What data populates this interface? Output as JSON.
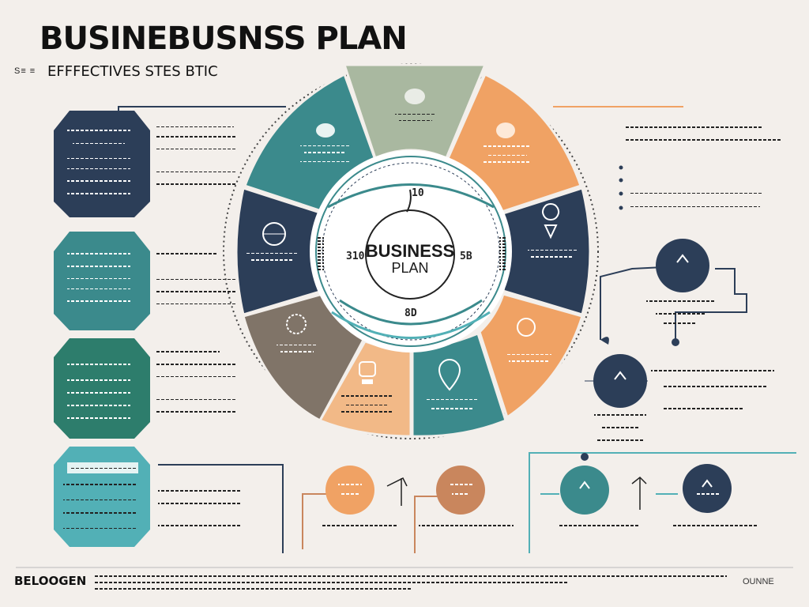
{
  "header": {
    "title": "BUSINEBUSNSS PLAN",
    "subtitle": "EFFFECTIVES STES BTIC",
    "sub_mark": "S≡ ≡"
  },
  "center": {
    "line1": "BUSINESS",
    "line2": "PLAN",
    "num_top": "10",
    "num_left": "310",
    "num_right": "5B",
    "num_bottom": "8D"
  },
  "footer": {
    "brand": "BELOOGEN",
    "tag": "OUNNE"
  },
  "colors": {
    "navy": "#2c3e58",
    "teal": "#3b8a8c",
    "sage": "#a9b8a0",
    "orange": "#f0a264",
    "taupe": "#807468",
    "peach": "#f2b987",
    "green": "#2d7d6c",
    "cyan": "#52b0b6",
    "brown": "#c9865d"
  },
  "icons": {
    "top": "dome-icon",
    "teal_segment": "dome-icon",
    "orange_segment": "dome-icon",
    "navy_left": "globe-icon",
    "navy_right": "location-pin-icon",
    "taupe_segment": "gear-icon",
    "peach_segment": "trophy-icon",
    "teal_bottom": "map-pin-icon",
    "right_circle_1": "chevron-up-icon",
    "right_circle_2": "chevron-up-icon",
    "bottom_circles": "chevron-up-icon"
  }
}
